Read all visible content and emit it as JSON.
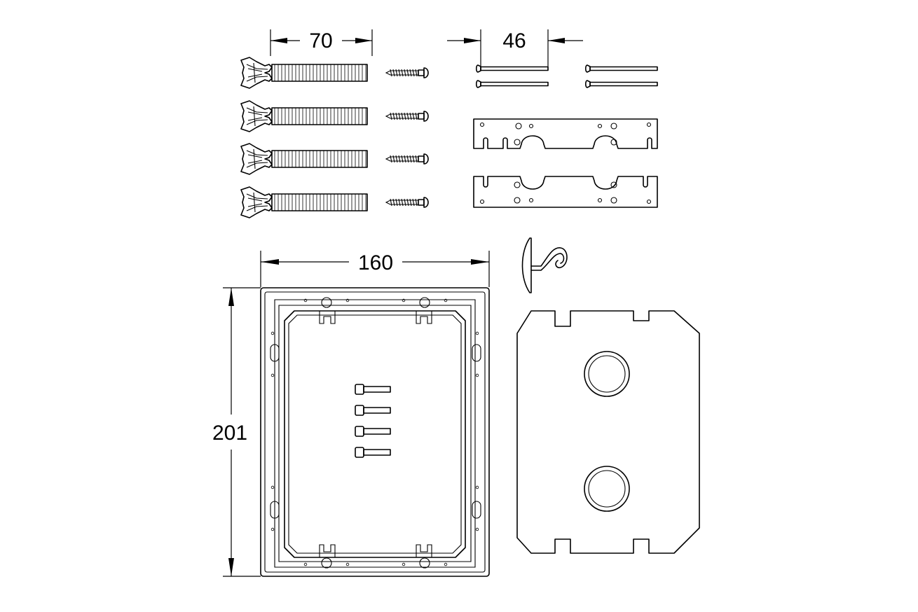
{
  "dimensions": {
    "anchor_length": "70",
    "rod_spacing": "46",
    "frame_width": "160",
    "frame_height": "201"
  },
  "parts": {
    "wall_anchors": {
      "count": 4
    },
    "wood_screws": {
      "count": 4
    },
    "threaded_rods": {
      "count": 4
    },
    "mounting_plates": {
      "count": 2
    },
    "hook": {
      "count": 1
    },
    "frame_screws": {
      "count": 4
    },
    "mounting_frame": {
      "count": 1
    },
    "protective_plate": {
      "count": 1
    }
  },
  "colors": {
    "line": "#000000",
    "background": "#ffffff"
  }
}
